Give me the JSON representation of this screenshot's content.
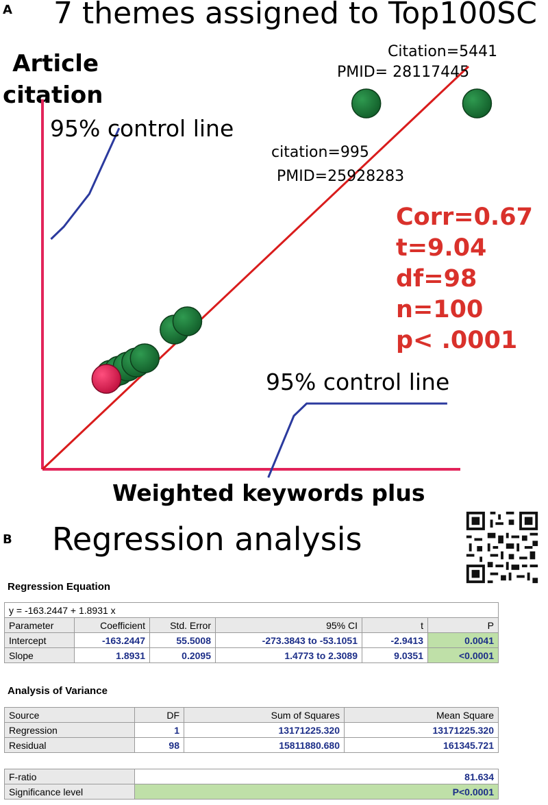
{
  "panel_a": {
    "letter": "A",
    "title": "7 themes assigned to Top100SC",
    "ylabel_line1": "Article",
    "ylabel_line2": "citation",
    "xlabel": "Weighted keywords plus",
    "control_line_upper": "95% control line",
    "control_line_lower": "95% control line",
    "annotation_top": {
      "line1": "Citation=5441",
      "line2": "PMID= 28117445"
    },
    "annotation_mid": {
      "line1": "citation=995",
      "line2": "PMID=25928283"
    },
    "stats": [
      "Corr=0.67",
      "t=9.04",
      "df=98",
      "n=100",
      "p< .0001"
    ],
    "colors": {
      "axis": "#e2245a",
      "fit_line": "#d91c1c",
      "control": "#2b3a9e",
      "point": "#1e7a3a",
      "highlight": "#e8195a",
      "stats": "#d9312b"
    }
  },
  "chart_data": {
    "type": "scatter",
    "title": "7 themes assigned to Top100SC",
    "xlabel": "Weighted keywords plus",
    "ylabel": "Article citation",
    "series": [
      {
        "values": [
          {
            "x": 0.16,
            "y": 0.23
          },
          {
            "x": 0.18,
            "y": 0.24
          },
          {
            "x": 0.2,
            "y": 0.25
          },
          {
            "x": 0.22,
            "y": 0.26
          },
          {
            "x": 0.24,
            "y": 0.27
          },
          {
            "x": 0.31,
            "y": 0.34
          },
          {
            "x": 0.34,
            "y": 0.36
          },
          {
            "x": 0.76,
            "y": 0.89
          },
          {
            "x": 1.02,
            "y": 0.89
          }
        ]
      },
      {
        "values": [
          {
            "x": 0.15,
            "y": 0.22
          }
        ]
      }
    ],
    "fit_line": [
      {
        "x": 0.0,
        "y": 0.0
      },
      {
        "x": 1.0,
        "y": 0.98
      }
    ],
    "control_upper": [
      {
        "x": 0.02,
        "y": 0.56
      },
      {
        "x": 0.05,
        "y": 0.59
      },
      {
        "x": 0.11,
        "y": 0.67
      },
      {
        "x": 0.18,
        "y": 0.83
      }
    ],
    "control_lower": [
      {
        "x": 0.53,
        "y": -0.02
      },
      {
        "x": 0.59,
        "y": 0.13
      },
      {
        "x": 0.62,
        "y": 0.16
      },
      {
        "x": 0.95,
        "y": 0.16
      }
    ],
    "xlim": [
      0,
      1.1
    ],
    "ylim": [
      0,
      1.0
    ],
    "grid": false
  },
  "panel_b": {
    "letter": "B",
    "title": "Regression analysis",
    "regression_title": "Regression Equation",
    "equation": "y = -163.2447 + 1.8931 x",
    "reg_headers": [
      "Parameter",
      "Coefficient",
      "Std. Error",
      "95% CI",
      "t",
      "P"
    ],
    "reg_rows": [
      [
        "Intercept",
        "-163.2447",
        "55.5008",
        "-273.3843 to -53.1051",
        "-2.9413",
        "0.0041"
      ],
      [
        "Slope",
        "1.8931",
        "0.2095",
        "1.4773 to 2.3089",
        "9.0351",
        "<0.0001"
      ]
    ],
    "anova_title": "Analysis of Variance",
    "anova_headers": [
      "Source",
      "DF",
      "Sum of Squares",
      "Mean Square"
    ],
    "anova_rows": [
      [
        "Regression",
        "1",
        "13171225.320",
        "13171225.320"
      ],
      [
        "Residual",
        "98",
        "15811880.680",
        "161345.721"
      ]
    ],
    "fratio_label": "F-ratio",
    "fratio_value": "81.634",
    "sig_label": "Significance level",
    "sig_value": "P<0.0001"
  }
}
